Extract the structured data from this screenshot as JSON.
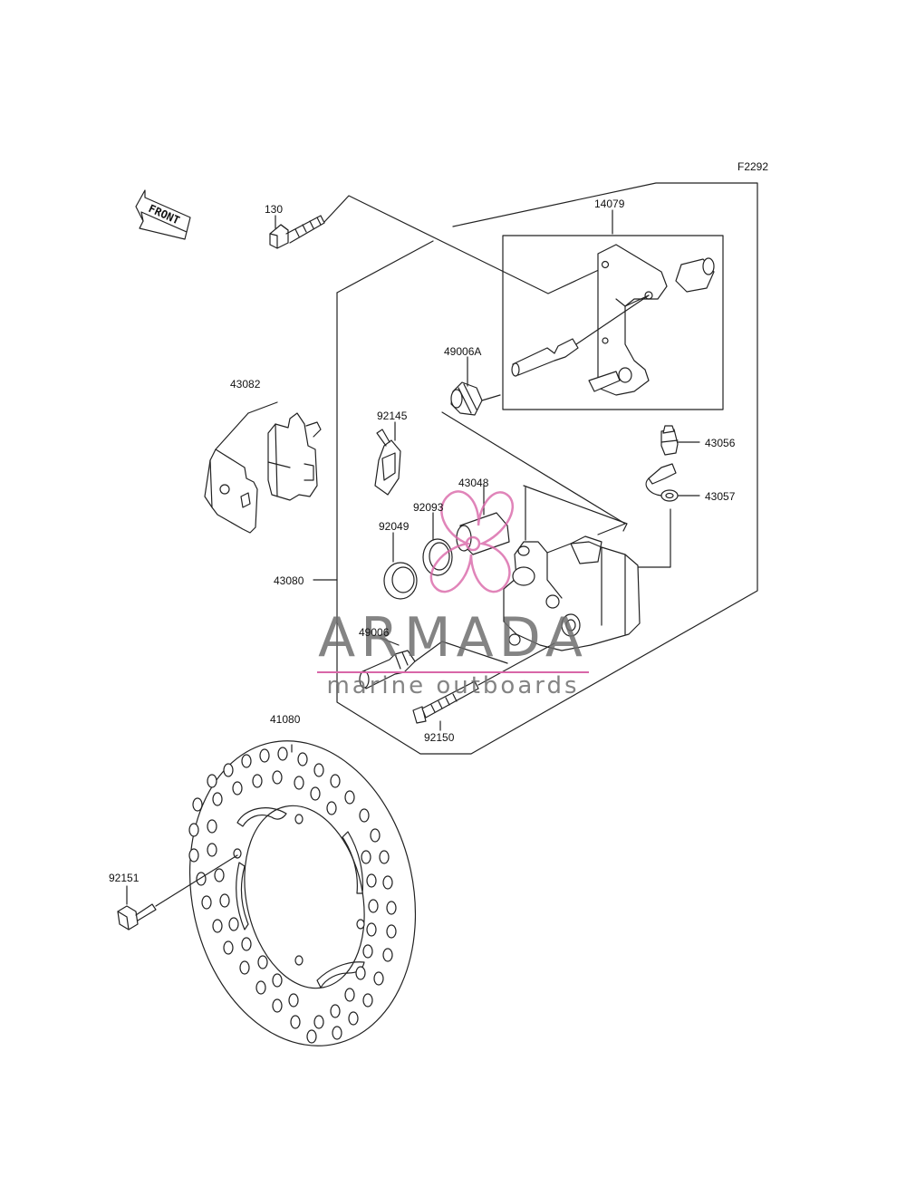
{
  "figure_code": "F2292",
  "front_arrow_text": "FRONT",
  "watermark": {
    "title": "ARMADA",
    "subtitle": "marine outboards",
    "color": "#d966a8"
  },
  "labels": {
    "p130": "130",
    "p14079": "14079",
    "p43082": "43082",
    "p49006A": "49006A",
    "p92145": "92145",
    "p43056": "43056",
    "p43057": "43057",
    "p43048": "43048",
    "p92093": "92093",
    "p92049": "92049",
    "p43080": "43080",
    "p49006": "49006",
    "p92150": "92150",
    "p41080": "41080",
    "p92151": "92151"
  }
}
